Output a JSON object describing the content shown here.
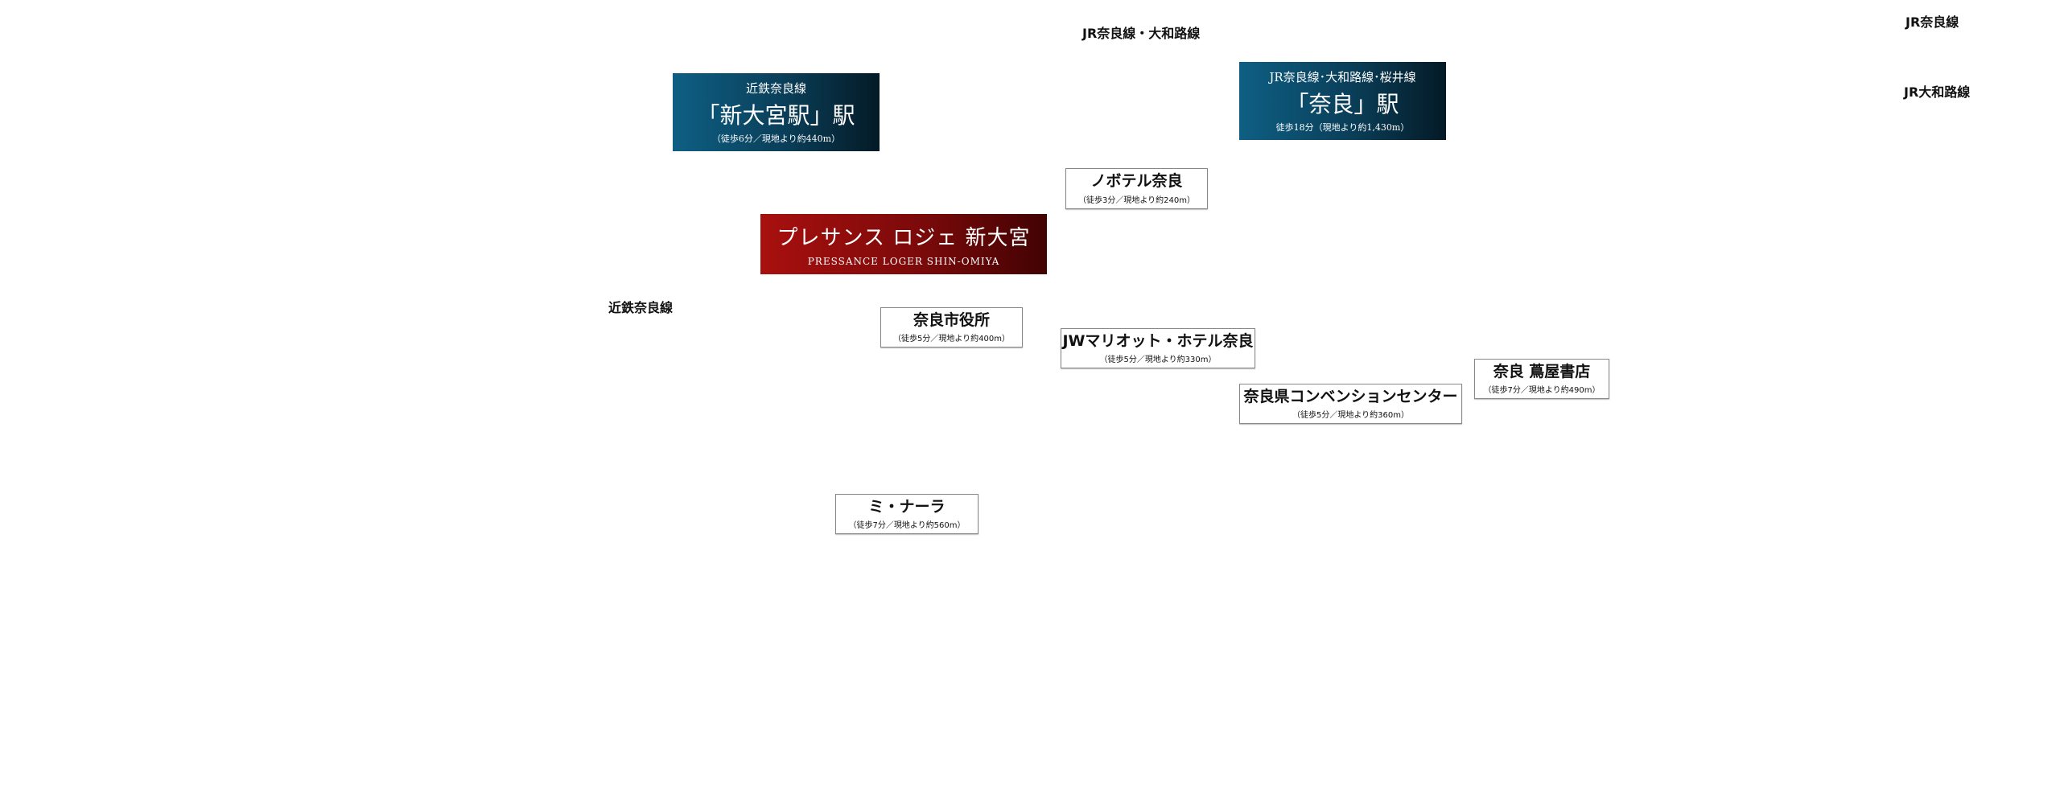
{
  "line_labels": {
    "jr_nara_yamatoji": "JR奈良線・大和路線",
    "jr_nara": "JR奈良線",
    "jr_yamatoji": "JR大和路線",
    "kintetsu_nara": "近鉄奈良線"
  },
  "stations": {
    "shin_omiya": {
      "line": "近鉄奈良線",
      "name": "「新大宮駅」駅",
      "walk": "（徒歩6分／現地より約440m）"
    },
    "nara": {
      "line": "JR奈良線･大和路線･桜井線",
      "name": "「奈良」駅",
      "walk": "徒歩18分（現地より約1,430m）"
    }
  },
  "property": {
    "name_jp": "プレサンス ロジェ 新大宮",
    "name_en": "PRESSANCE LOGER SHIN-OMIYA"
  },
  "spots": [
    {
      "name": "ノボテル奈良",
      "walk": "（徒歩3分／現地より約240m）"
    },
    {
      "name": "奈良市役所",
      "walk": "（徒歩5分／現地より約400m）"
    },
    {
      "name": "JWマリオット・ホテル奈良",
      "walk": "（徒歩5分／現地より約330m）"
    },
    {
      "name": "奈良県コンベンションセンター",
      "walk": "（徒歩5分／現地より約360m）"
    },
    {
      "name": "奈良 蔦屋書店",
      "walk": "（徒歩7分／現地より約490m）"
    },
    {
      "name": "ミ・ナーラ",
      "walk": "（徒歩7分／現地より約560m）"
    }
  ]
}
